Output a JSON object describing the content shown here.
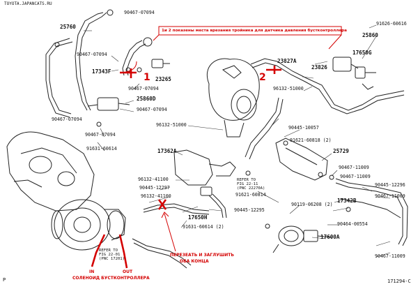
{
  "watermark": "TOYOTA.JAPANCATS.RU",
  "diagram_code": "171294-C",
  "corner_mark": "P",
  "annotations": {
    "top_note": "1и 2  показены места врезания тройника для датчика давления бустконтроллера",
    "marker_1": "1",
    "marker_2": "2",
    "cut_note_line1": "ПЕРЕЗЕАТЬ И ЗАГЛУШИТЬ",
    "cut_note_line2": "ОБА КОНЦА",
    "in_label": "IN",
    "out_label": "OUT",
    "solenoid_label": "СОЛЕНОИД  БУСТКОНТРОЛЛЕРА"
  },
  "parts": {
    "p90467_07094_top": "90467-07094",
    "p25760": "25760",
    "p90467_07094_a": "90467-07094",
    "p17343f": "17343F",
    "p90467_07094_b": "90467-07094",
    "p23265": "23265",
    "p25860d": "25860D",
    "p90467_07094_c": "90467-07094",
    "p90467_07094_left": "90467-07094",
    "p90467_07094_d": "90467-07094",
    "p91631_60614": "91631-60614",
    "p25860": "25860",
    "p91626_60616": "91626-60616",
    "p17650g": "17650G",
    "p23827a": "23827A",
    "p23826": "23826",
    "p96132_51000_r": "96132-51000",
    "p96132_51000_c": "96132-51000",
    "p90445_10057": "90445-10057",
    "p91621_60818": "91621-60818 (2)",
    "p25729": "25729",
    "p17362a": "17362A",
    "p90467_11009_a": "90467-11009",
    "p90467_11009_b": "90467-11009",
    "p90445_12296": "90445-12296",
    "p96132_41100_a": "96132-41100",
    "p90445_12297": "90445-12297",
    "p96132_41100_b": "96132-41100",
    "p17342b": "17342B",
    "p90119_06208": "90119-06208 (2)",
    "p90467_11009_c": "90467-11009",
    "p91621_60814": "91621-60814",
    "p90445_12295": "90445-12295",
    "p17650h": "17650H",
    "p91631_60614_2": "91631-60614 (2)",
    "p90464_00554": "90464-00554",
    "p17600a": "17600A",
    "p90467_11009_d": "90467-11009",
    "refer_fig_top": "REFER TO\nFIG 22-11\n(PNC 22270A)",
    "refer_fig_bottom": "REFER TO\nFIG 22-01\n(PNC 17201)"
  }
}
